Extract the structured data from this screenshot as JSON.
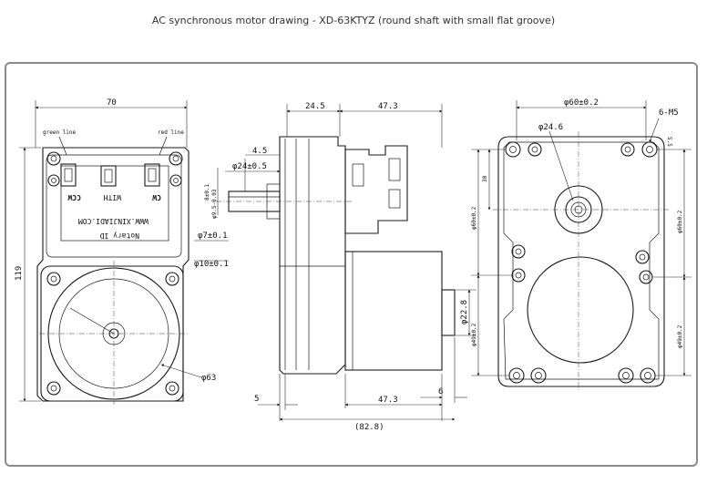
{
  "title": "AC synchronous motor drawing - XD-63KTYZ (round shaft with small flat groove)",
  "front_view": {
    "dim_width": "70",
    "dim_height": "119",
    "dim_dia": "φ63",
    "wire_green": "green line",
    "wire_red": "red line",
    "label_ccw": "CCW",
    "label_with": "WITH",
    "label_cw": "CW",
    "label_url": "WWW.XINJIADI.COM",
    "label_notary": "Notary ID"
  },
  "side_view": {
    "dim_24_5": "24.5",
    "dim_47_3_top": "47.3",
    "dim_4_5": "4.5",
    "dim_24_pm05": "φ24±0.5",
    "dim_8_pm01": "8±0.1",
    "dim_9_5": "φ9.5-0.03",
    "dim_7_pm01": "φ7±0.1",
    "dim_10_pm01": "φ10±0.1",
    "dim_22_8": "φ22.8",
    "dim_5": "5",
    "dim_47_3_bottom": "47.3",
    "dim_6": "6",
    "dim_82_8": "(82.8)"
  },
  "rear_view": {
    "dim_60_top": "φ60±0.2",
    "dim_6_m5": "6-M5",
    "dim_24_6": "φ24.6",
    "dim_5_5": "5.5",
    "dim_30": "30",
    "dim_60_left": "φ60±0.2",
    "dim_60_right": "φ60±0.2",
    "dim_49_left": "φ49±0.2",
    "dim_49_right": "φ49±0.2"
  }
}
